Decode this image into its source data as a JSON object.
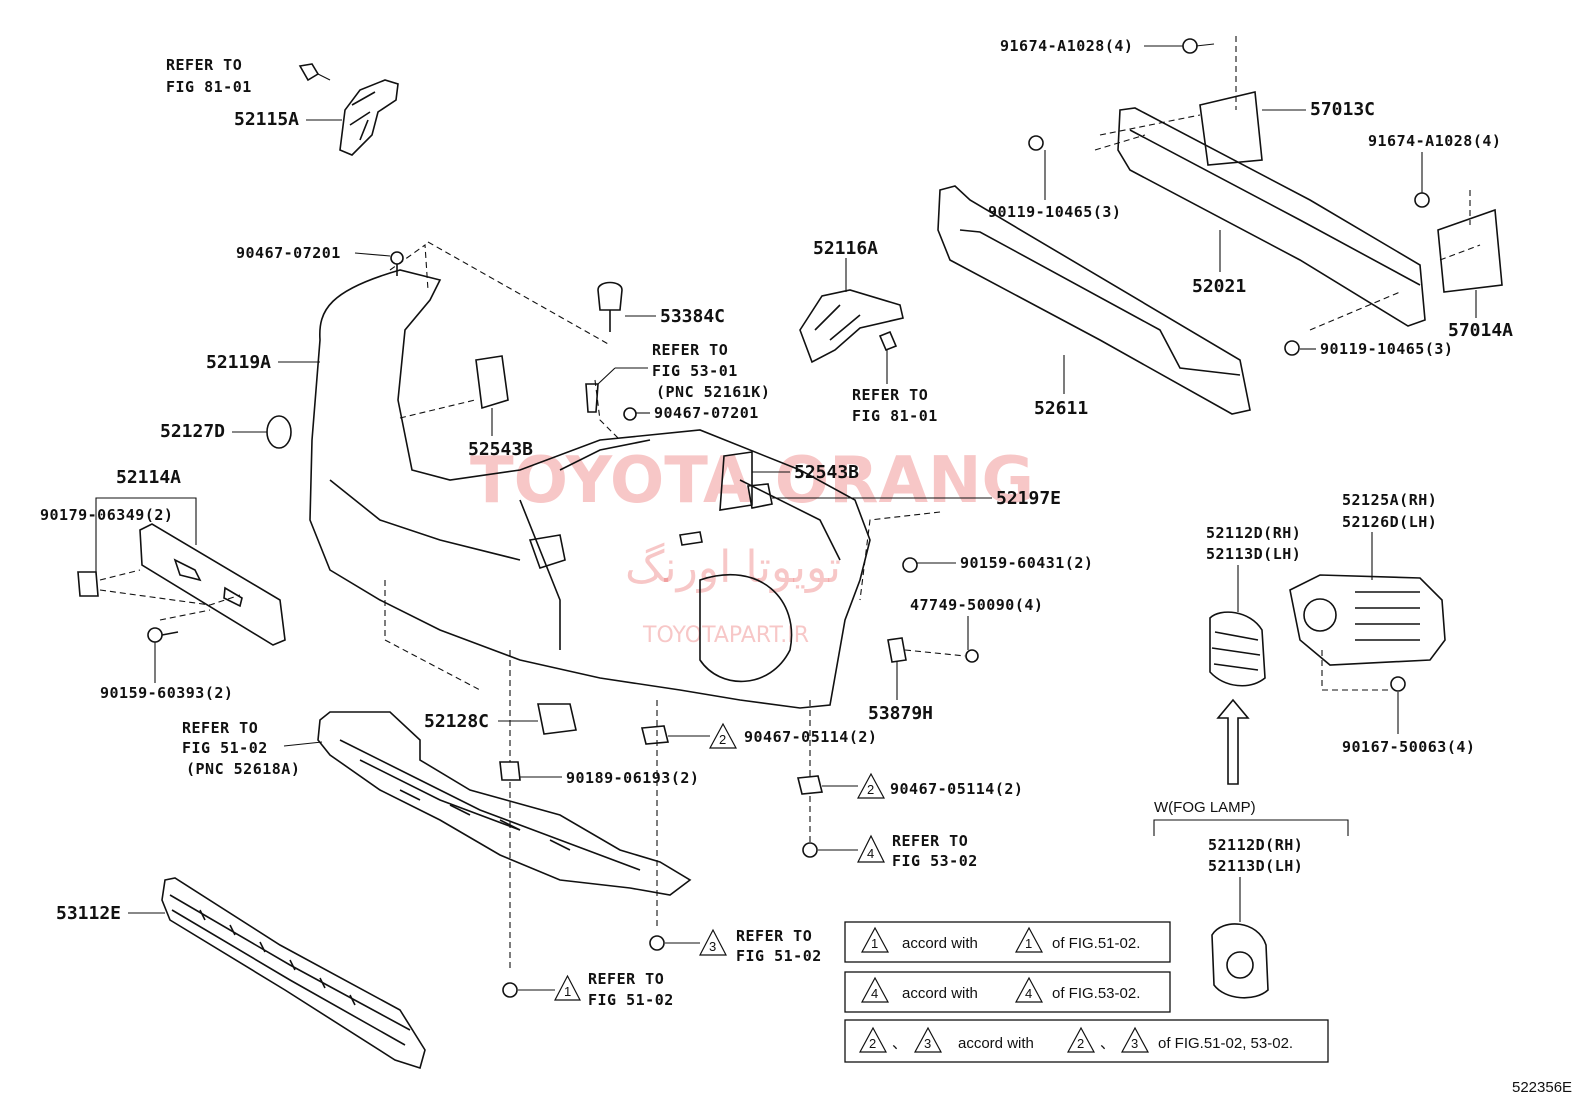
{
  "watermark": {
    "brand": "TOYOTA ORANG",
    "arabic": "تویوتا اورنگ",
    "site": "TOYOTAPART.IR"
  },
  "figure_id": "522356E",
  "labels": {
    "refer_81_01_top": [
      "REFER TO",
      "FIG 81-01"
    ],
    "p52115A": "52115A",
    "p90467_07201_a": "90467-07201",
    "p52119A": "52119A",
    "p52127D": "52127D",
    "p52114A": "52114A",
    "p90179": "90179-06349(2)",
    "p90159_60393": "90159-60393(2)",
    "refer_51_02_pnc": [
      "REFER TO",
      "FIG 51-02",
      "(PNC 52618A)"
    ],
    "p52128C": "52128C",
    "p90189": "90189-06193(2)",
    "p53112E": "53112E",
    "refer_51_02_tri1": [
      "REFER TO",
      "FIG 51-02"
    ],
    "refer_51_02_tri3": [
      "REFER TO",
      "FIG 51-02"
    ],
    "p53384C": "53384C",
    "refer_53_01": [
      "REFER TO",
      "FIG 53-01",
      "(PNC 52161K)"
    ],
    "p90467_07201_b": "90467-07201",
    "p52543B_a": "52543B",
    "p52543B_b": "52543B",
    "p52116A": "52116A",
    "refer_81_01_mid": [
      "REFER TO",
      "FIG 81-01"
    ],
    "p52197E": "52197E",
    "p90159_60431": "90159-60431(2)",
    "p47749": "47749-50090(4)",
    "p53879H": "53879H",
    "p90467_05114_a": "90467-05114(2)",
    "p90467_05114_b": "90467-05114(2)",
    "refer_53_02": [
      "REFER TO",
      "FIG 53-02"
    ],
    "p91674_a": "91674-A1028(4)",
    "p57013C": "57013C",
    "p91674_b": "91674-A1028(4)",
    "p90119_a": "90119-10465(3)",
    "p52021": "52021",
    "p52611": "52611",
    "p57014A": "57014A",
    "p90119_b": "90119-10465(3)",
    "p52125A": "52125A(RH)",
    "p52126D": "52126D(LH)",
    "p52112D_a": "52112D(RH)",
    "p52113D_a": "52113D(LH)",
    "p90167": "90167-50063(4)",
    "fog_lamp": "W(FOG LAMP)",
    "p52112D_b": "52112D(RH)",
    "p52113D_b": "52113D(LH)"
  },
  "triangles": {
    "t1": "1",
    "t2a": "2",
    "t2b": "2",
    "t3": "3",
    "t4": "4"
  },
  "notes": [
    {
      "n1": "1",
      "mid": "accord with",
      "n2": "1",
      "tail": "of FIG.51-02."
    },
    {
      "n1": "4",
      "mid": "accord with",
      "n2": "4",
      "tail": "of FIG.53-02."
    },
    {
      "n1": "2",
      "sep1": "、",
      "n1b": "3",
      "mid": "accord with",
      "n2": "2",
      "sep2": "、",
      "n2b": "3",
      "tail": "of FIG.51-02, 53-02."
    }
  ]
}
